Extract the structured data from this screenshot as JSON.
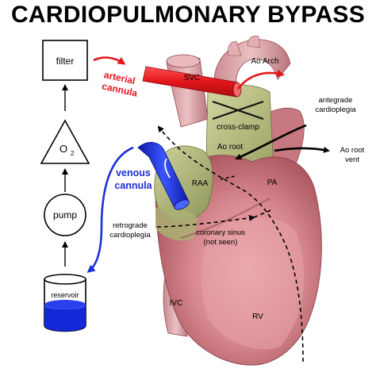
{
  "title": "CARDIOPULMONARY BYPASS",
  "circuit": {
    "filter": "filter",
    "oxygenator": "O",
    "oxygenator_sub": "2",
    "pump": "pump",
    "reservoir": "reservoir"
  },
  "labels": {
    "arterial_cannula_1": "arterial",
    "arterial_cannula_2": "cannula",
    "venous_cannula_1": "venous",
    "venous_cannula_2": "cannula",
    "svc": "SVC",
    "ao_arch": "Ao Arch",
    "cross_clamp": "cross-clamp",
    "ao_root": "Ao root",
    "antegrade_1": "antegrade",
    "antegrade_2": "cardioplegia",
    "ao_root_vent_1": "Ao root",
    "ao_root_vent_2": "vent",
    "raa": "RAA",
    "pa": "PA",
    "retrograde_1": "retrograde",
    "retrograde_2": "cardioplegia",
    "coronary_sinus_1": "coronary sinus",
    "coronary_sinus_2": "(not seen)",
    "ivc": "IVC",
    "rv": "RV"
  },
  "colors": {
    "arterial": "#e3161b",
    "venous": "#1d2fd6",
    "reservoir_blood": "#1428d8",
    "heart": "#d97f86",
    "aorta": "#b9c184"
  }
}
